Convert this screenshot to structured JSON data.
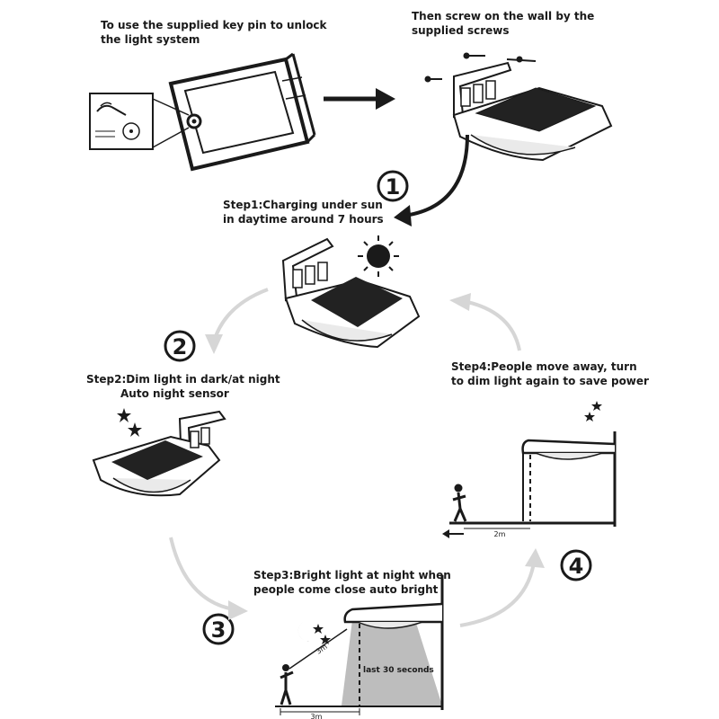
{
  "unlock_caption": {
    "line1": "To use the supplied key pin to unlock",
    "line2": "the light system"
  },
  "mount_caption": {
    "line1": "Then screw on the wall by the",
    "line2": "supplied screws"
  },
  "step1": {
    "number": "1",
    "line1": "Step1:Charging under sun",
    "line2": "in daytime around 7 hours"
  },
  "step2": {
    "number": "2",
    "line1": "Step2:Dim light in dark/at night",
    "line2": "Auto night sensor"
  },
  "step3": {
    "number": "3",
    "line1": "Step3:Bright light at night when",
    "line2": "people come close auto bright",
    "beam_label": "last 30 seconds",
    "range_label": "3m",
    "distance_label": "3m"
  },
  "step4": {
    "number": "4",
    "line1": "Step4:People move away, turn",
    "line2": "to dim light again to save power",
    "distance_label": "2m"
  },
  "colors": {
    "ink": "#1a1a1a",
    "panel": "#222222",
    "cycle_arrow": "#d6d6d6",
    "beam": "#bdbdbd"
  }
}
